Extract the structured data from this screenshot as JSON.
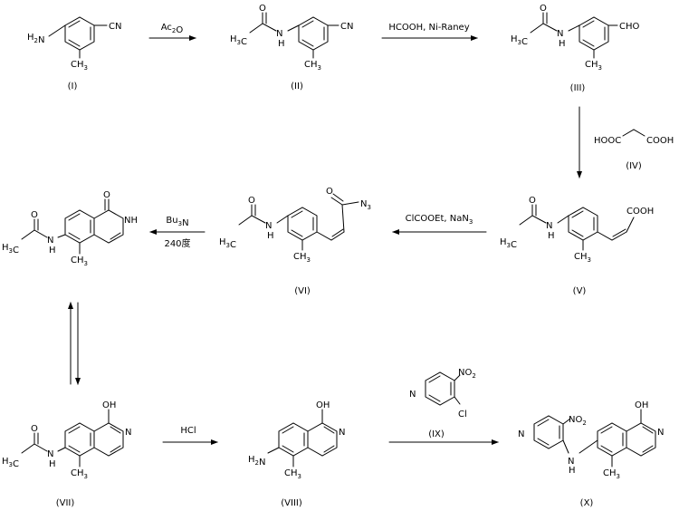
{
  "compounds": {
    "c1": {
      "id": "(I)"
    },
    "c2": {
      "id": "(II)"
    },
    "c3": {
      "id": "(III)"
    },
    "c4": {
      "id": "(IV)"
    },
    "c5": {
      "id": "(V)"
    },
    "c6": {
      "id": "(VI)"
    },
    "c7": {
      "id": "(VII)"
    },
    "c8": {
      "id": "(VIII)"
    },
    "c9": {
      "id": "(IX)"
    },
    "c10": {
      "id": "(X)"
    }
  },
  "reagents": {
    "r1": "Ac2O",
    "r2": "HCOOH, Ni-Raney",
    "r3": "ClCOOEt, NaN3",
    "r4a": "Bu3N",
    "r4b": "240度",
    "r5": "HCl"
  },
  "atom_labels": {
    "h2n": "H2N",
    "cn": "CN",
    "ch3": "CH3",
    "h3c": "H3C",
    "o": "O",
    "n": "N",
    "nh": "NH",
    "h": "H",
    "oh": "OH",
    "cho": "CHO",
    "cooh": "COOH",
    "hooc": "HOOC",
    "n3": "N3",
    "no2": "NO2",
    "cl": "Cl"
  }
}
